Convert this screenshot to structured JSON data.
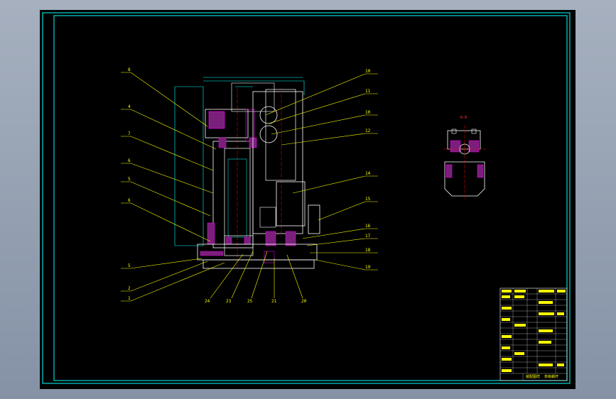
{
  "colors": {
    "background": "#8f9aab",
    "paper": "#000000",
    "border": "#00ffff",
    "leader": "#ffff00",
    "outline": "#ffffff",
    "section": "#ff00ff",
    "centerline": "#ff0000"
  },
  "callouts_left": [
    "8",
    "4",
    "7",
    "6",
    "5",
    "6",
    "5",
    "2",
    "1"
  ],
  "callouts_right": [
    "10",
    "11",
    "10",
    "12",
    "14",
    "15",
    "16",
    "17",
    "18",
    "19"
  ],
  "callouts_bottom": [
    "24",
    "23",
    "25",
    "21",
    "20"
  ],
  "section_label": "B-B",
  "title_block": {
    "title_line_1": "装配图样",
    "title_line_2": "单级蜗杆"
  }
}
